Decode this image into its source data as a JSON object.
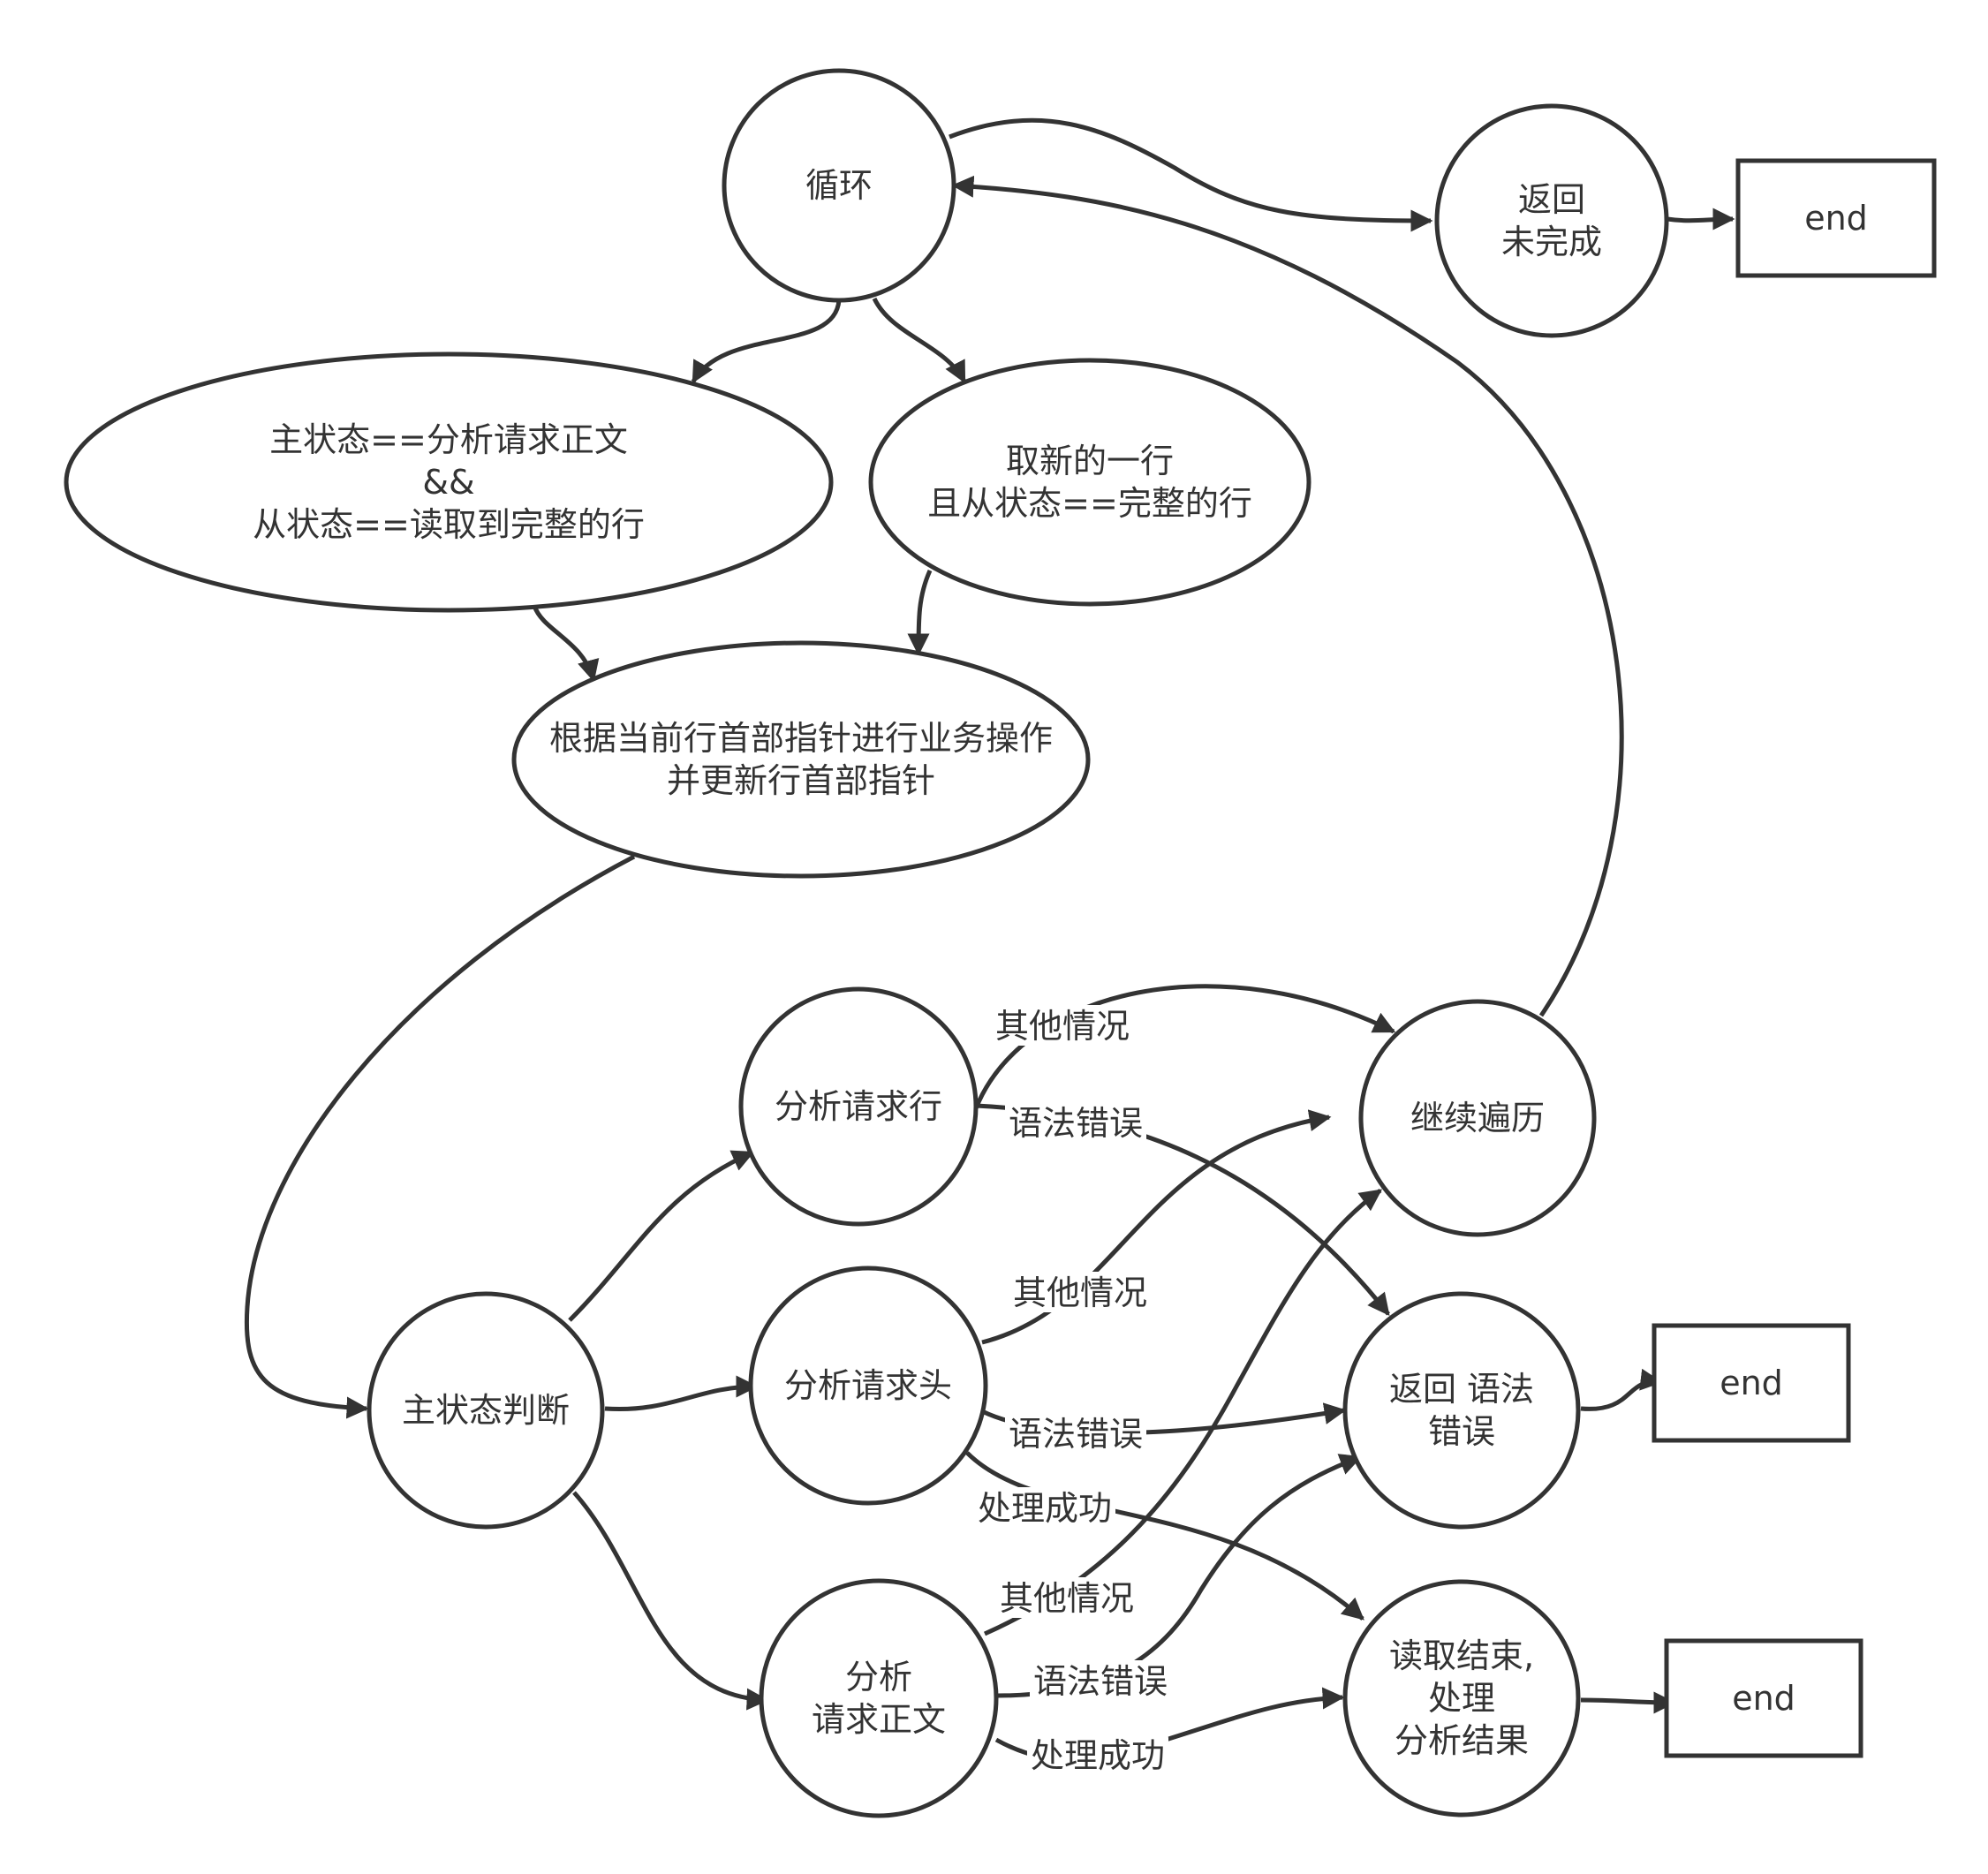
{
  "colors": {
    "stroke": "#333333",
    "fill": "#ffffff",
    "text": "#333333"
  },
  "nodes": {
    "loop": {
      "lines": [
        "循环"
      ]
    },
    "ret_incomplete": {
      "lines": [
        "返回",
        "未完成"
      ]
    },
    "end_1": {
      "lines": [
        "end"
      ]
    },
    "cond_main_state": {
      "lines": [
        "主状态==分析请求正文",
        "&&",
        "从状态==读取到完整的行"
      ]
    },
    "cond_new_line": {
      "lines": [
        "取新的一行",
        "且从状态==完整的行"
      ]
    },
    "process_line": {
      "lines": [
        "根据当前行首部指针进行业务操作",
        "并更新行首部指针"
      ]
    },
    "main_state_judge": {
      "lines": [
        "主状态判断"
      ]
    },
    "parse_request_line": {
      "lines": [
        "分析请求行"
      ]
    },
    "parse_request_header": {
      "lines": [
        "分析请求头"
      ]
    },
    "parse_request_body": {
      "lines": [
        "分析",
        "请求正文"
      ]
    },
    "continue_traverse": {
      "lines": [
        "继续遍历"
      ]
    },
    "ret_syntax_error": {
      "lines": [
        "返回 语法",
        "错误"
      ]
    },
    "read_done": {
      "lines": [
        "读取结束,",
        "处理",
        "分析结果"
      ]
    },
    "end_2": {
      "lines": [
        "end"
      ]
    },
    "end_3": {
      "lines": [
        "end"
      ]
    }
  },
  "edge_labels": {
    "line_other": "其他情况",
    "line_syntax": "语法错误",
    "header_other": "其他情况",
    "header_syntax": "语法错误",
    "header_success": "处理成功",
    "body_other": "其他情况",
    "body_syntax": "语法错误",
    "body_success": "处理成功"
  }
}
